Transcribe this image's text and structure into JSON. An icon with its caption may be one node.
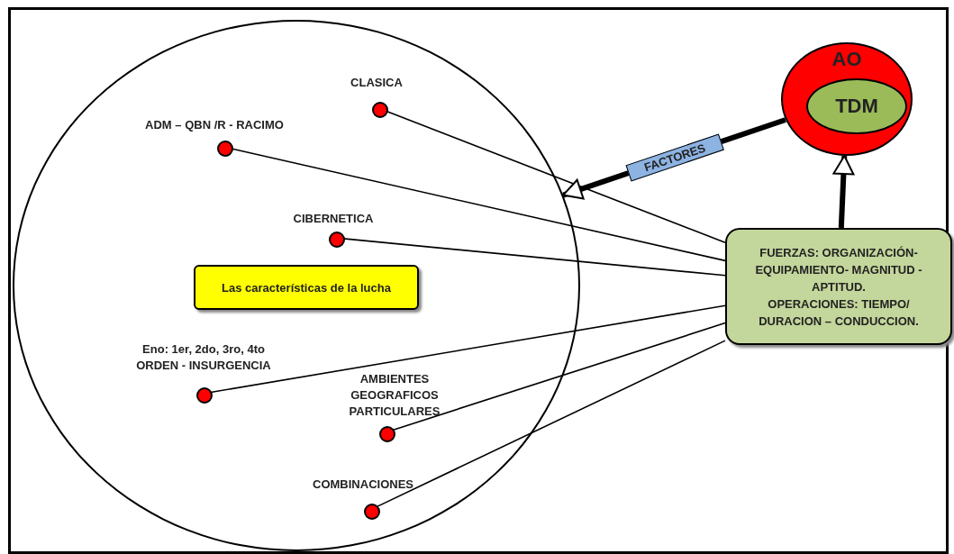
{
  "diagram": {
    "nodes": [
      {
        "text": [],
        "shape": "circle"
      },
      {
        "text": [],
        "shape": "circle",
        "beside": [
          "CLASICA"
        ],
        "in": 0
      },
      {
        "text": [],
        "shape": "circle",
        "beside": [
          "ADM – QBN /R - RACIMO"
        ],
        "in": 0
      },
      {
        "text": [],
        "shape": "circle",
        "beside": [
          "CIBERNETICA"
        ],
        "in": 0
      },
      {
        "text": [
          "Las características de la lucha"
        ],
        "in": 0
      },
      {
        "text": [],
        "shape": "circle",
        "beside": [
          "Eno: 1er, 2do, 3ro, 4to ORDEN - INSURGENCIA"
        ],
        "in": 0
      },
      {
        "text": [],
        "shape": "circle",
        "beside": [
          "AMBIENTES GEOGRAFICOS PARTICULARES"
        ],
        "in": 0
      },
      {
        "text": [],
        "shape": "circle",
        "beside": [
          "COMBINACIONES"
        ],
        "in": 0
      },
      {
        "text": [
          "AO"
        ]
      },
      {
        "text": [
          "TDM"
        ],
        "in": 8
      },
      {
        "text": [
          "FUERZAS: ORGANIZACIÓN- EQUIPAMIENTO- MAGNITUD - APTITUD.",
          "OPERACIONES: TIEMPO/ DURACION – CONDUCCION."
        ]
      }
    ],
    "edges": [
      {
        "from": 10,
        "to": 1,
        "arrow": "none"
      },
      {
        "from": 10,
        "to": 2,
        "arrow": "none"
      },
      {
        "from": 10,
        "to": 3,
        "arrow": "none"
      },
      {
        "from": 10,
        "to": 5,
        "arrow": "none"
      },
      {
        "from": 10,
        "to": 6,
        "arrow": "none"
      },
      {
        "from": 10,
        "to": 7,
        "arrow": "none"
      },
      {
        "from": 10,
        "to": 8,
        "arrow": "to",
        "style": "thick"
      },
      {
        "from": 8,
        "to": 0,
        "arrow": "to",
        "style": "thick",
        "label": "FACTORES"
      }
    ]
  }
}
